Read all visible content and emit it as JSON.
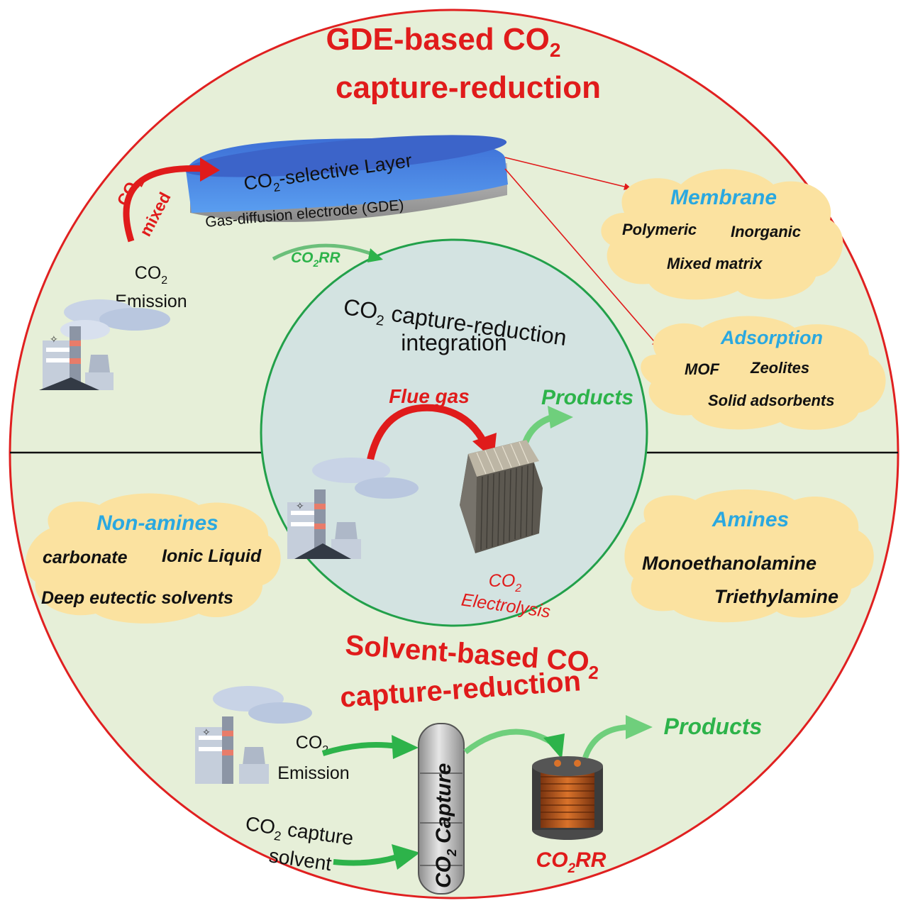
{
  "colors": {
    "outer_fill": "#e6efd8",
    "outer_stroke": "#e02020",
    "inner_fill": "#d3e3e1",
    "inner_stroke": "#22a04a",
    "red_text": "#e01b1b",
    "green_text": "#2db34a",
    "blue_text": "#2aa8e0",
    "cloud": "#fbe2a0",
    "black": "#111111"
  },
  "top": {
    "title_line1": "GDE-based CO",
    "title_sub": "2",
    "title_line2": "capture-reduction",
    "layer_prefix": "CO",
    "layer_sub": "2",
    "layer_suffix": "-selective Layer",
    "gde_label": "Gas-diffusion electrode (GDE)",
    "mixed_prefix": "CO",
    "mixed_sub": "2",
    "mixed_word": "mixed",
    "co2rr_prefix": "CO",
    "co2rr_sub": "2",
    "co2rr_suffix": "RR",
    "emission_prefix": "CO",
    "emission_sub": "2",
    "emission_word": "Emission"
  },
  "membrane": {
    "title": "Membrane",
    "items": [
      "Polymeric",
      "Inorganic",
      "Mixed matrix"
    ]
  },
  "adsorption": {
    "title": "Adsorption",
    "items": [
      "MOF",
      "Zeolites",
      "Solid adsorbents"
    ]
  },
  "center": {
    "title_prefix": "CO",
    "title_sub": "2",
    "title_rest": " capture-reduction",
    "title_line2": "integration",
    "flue_gas": "Flue gas",
    "products": "Products",
    "electrolysis_prefix": "CO",
    "electrolysis_sub": "2",
    "electrolysis_word": "Electrolysis"
  },
  "nonamines": {
    "title": "Non-amines",
    "items": [
      "carbonate",
      "Ionic Liquid",
      "Deep eutectic solvents"
    ]
  },
  "amines": {
    "title": "Amines",
    "items": [
      "Monoethanolamine",
      "Triethylamine"
    ]
  },
  "bottom": {
    "title_line1": "Solvent-based CO",
    "title_sub": "2",
    "title_line2": "capture-reduction",
    "emission_prefix": "CO",
    "emission_sub": "2",
    "emission_word": "Emission",
    "solvent_prefix": "CO",
    "solvent_sub": "2",
    "solvent_rest": " capture",
    "solvent_word": "solvent",
    "capture_prefix": "CO",
    "capture_sub": "2",
    "capture_word": "Capture",
    "products": "Products",
    "co2rr_prefix": "CO",
    "co2rr_sub": "2",
    "co2rr_suffix": "RR"
  }
}
